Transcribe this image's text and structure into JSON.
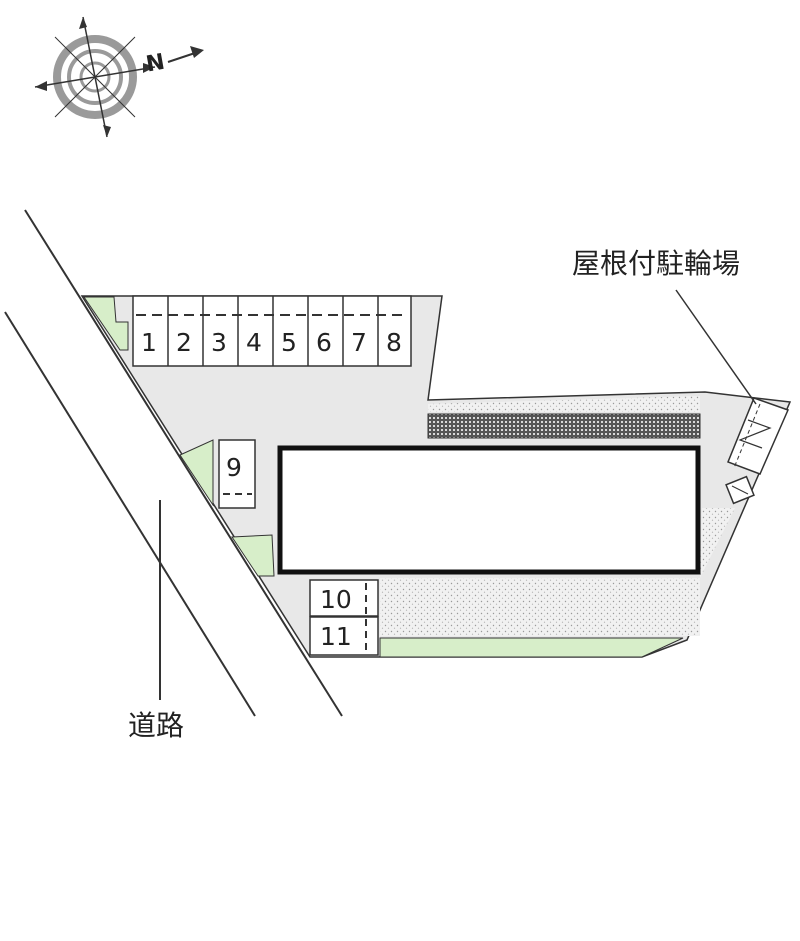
{
  "compass": {
    "north_label": "N",
    "icon": "compass-rose-icon"
  },
  "labels": {
    "bicycle_parking": "屋根付駐輪場",
    "road": "道路"
  },
  "parking_spaces": [
    "1",
    "2",
    "3",
    "4",
    "5",
    "6",
    "7",
    "8",
    "9",
    "10",
    "11"
  ],
  "colors": {
    "lot": "#e8e8e8",
    "greenery": "#d7eec9",
    "gravel": "#efefef",
    "outline": "#333333",
    "building": "#111111"
  }
}
